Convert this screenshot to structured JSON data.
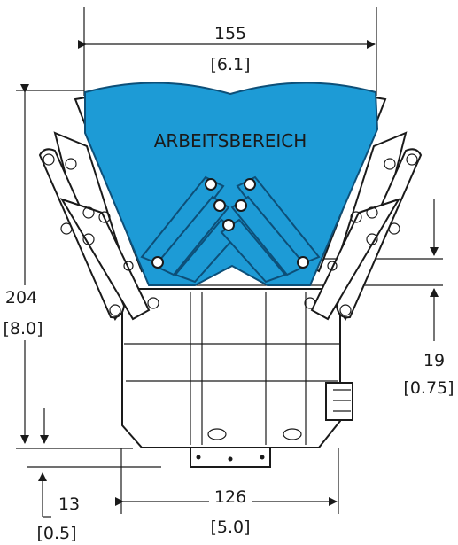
{
  "figure": {
    "working_area_label": "ARBEITSBEREICH",
    "colors": {
      "working_area": "#1d9bd6",
      "outline": "#1a1a1a"
    },
    "dimensions": {
      "width_top": {
        "mm": "155",
        "in": "[6.1]"
      },
      "height_total": {
        "mm": "204",
        "in": "[8.0]"
      },
      "offset_right": {
        "mm": "19",
        "in": "[0.75]"
      },
      "offset_bottom": {
        "mm": "13",
        "in": "[0.5]"
      },
      "width_base": {
        "mm": "126",
        "in": "[5.0]"
      }
    }
  }
}
